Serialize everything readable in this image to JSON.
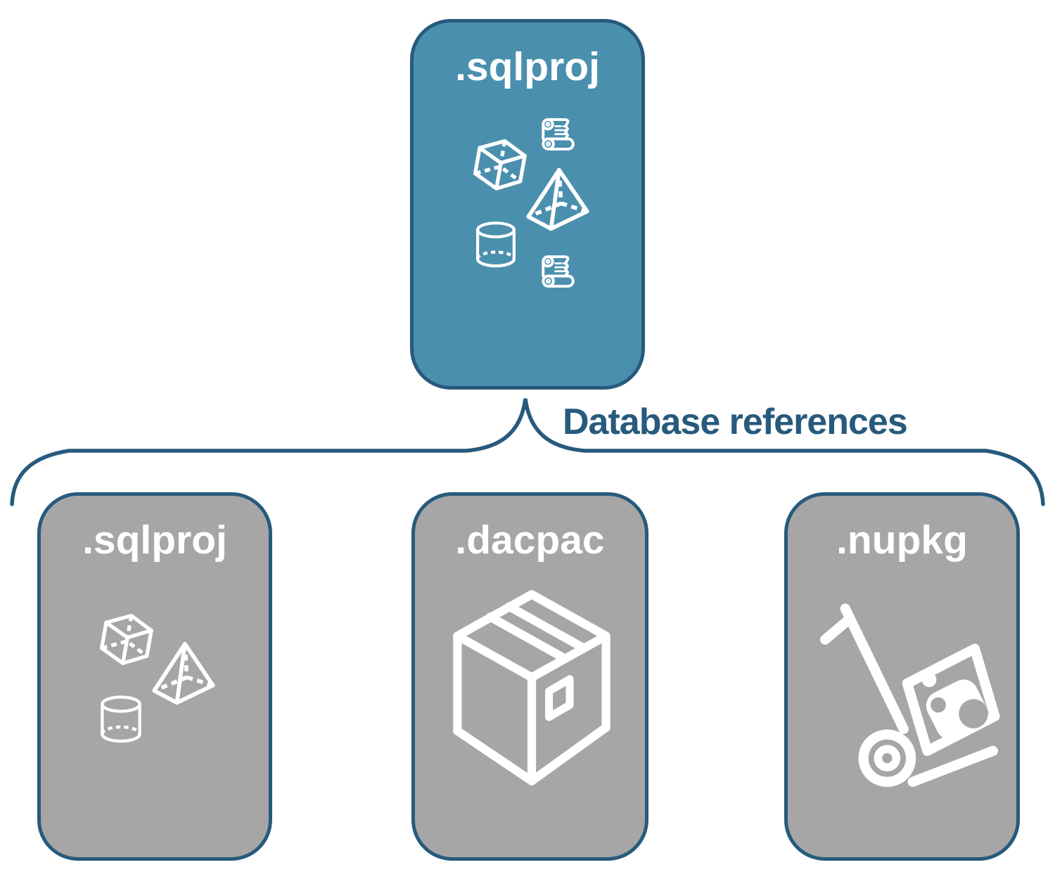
{
  "palette": {
    "teal": "#4b8fae",
    "gray": "#a6a6a6",
    "navy": "#275a7c",
    "white": "#ffffff"
  },
  "root_node": {
    "label": ".sqlproj",
    "icons": [
      "cube-icon",
      "scroll-icon",
      "pyramid-icon",
      "cylinder-icon",
      "scroll-icon"
    ]
  },
  "connector": {
    "label": "Database references"
  },
  "children": [
    {
      "label": ".sqlproj",
      "icons": [
        "cube-icon",
        "pyramid-icon",
        "cylinder-icon"
      ]
    },
    {
      "label": ".dacpac",
      "icons": [
        "package-box-icon"
      ]
    },
    {
      "label": ".nupkg",
      "icons": [
        "hand-truck-package-icon"
      ]
    }
  ]
}
